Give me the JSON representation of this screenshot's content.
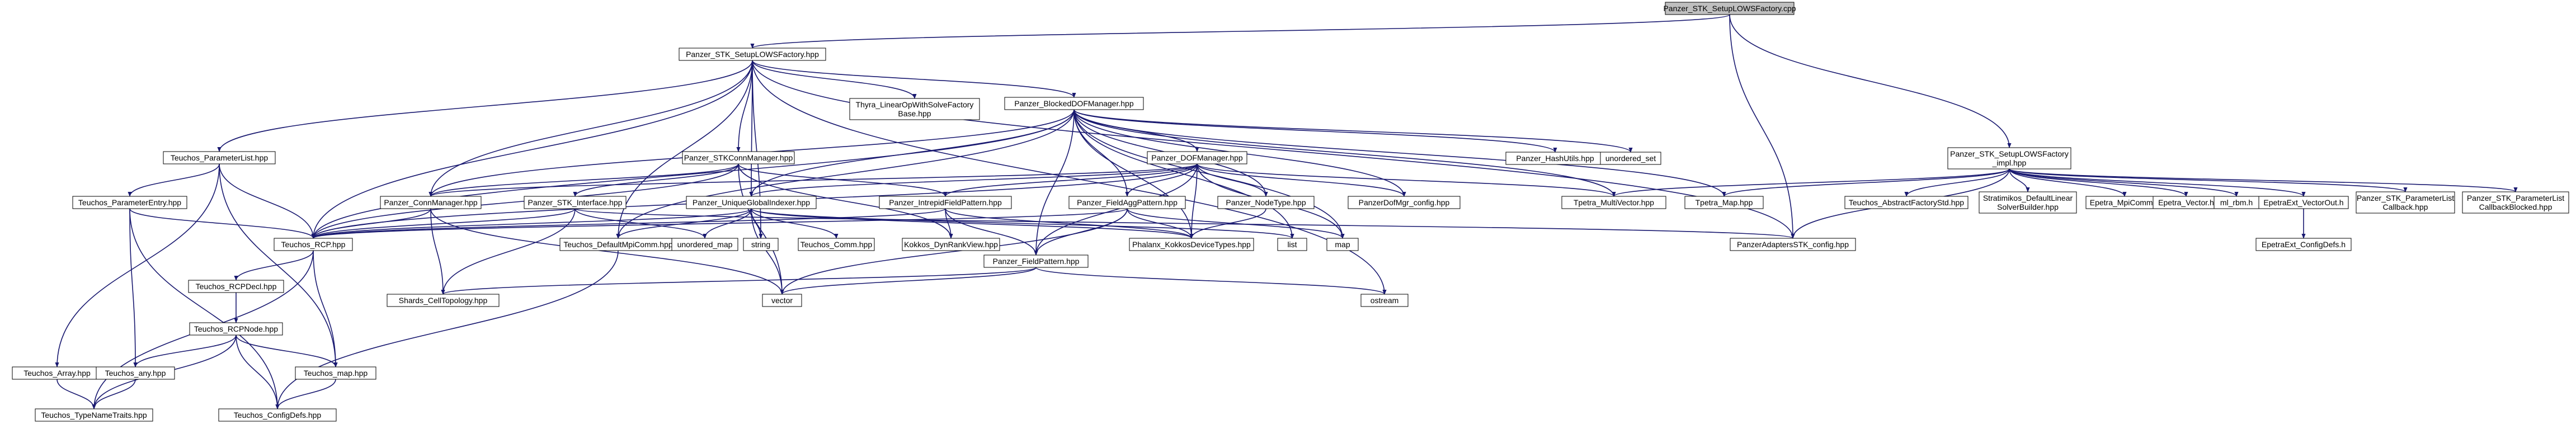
{
  "colors": {
    "edge": "#191970",
    "root_fill": "#bfbfbf",
    "node_fill": "#ffffff",
    "node_stroke_normal": "#000000",
    "node_stroke_red": "#ff0000",
    "node_stroke_gray": "#bfbfbf"
  },
  "nodes": [
    {
      "id": "root",
      "lines": [
        "Panzer_STK_SetupLOWSFactory.cpp"
      ],
      "style": "root"
    },
    {
      "id": "lows_hpp",
      "lines": [
        "Panzer_STK_SetupLOWSFactory.hpp"
      ],
      "style": "normal"
    },
    {
      "id": "lows_impl",
      "lines": [
        "Panzer_STK_SetupLOWSFactory",
        "_impl.hpp"
      ],
      "style": "normal"
    },
    {
      "id": "thyra_lin",
      "lines": [
        "Thyra_LinearOpWithSolveFactory",
        "Base.hpp"
      ],
      "style": "gray"
    },
    {
      "id": "blocked_dof",
      "lines": [
        "Panzer_BlockedDOFManager.hpp"
      ],
      "style": "normal"
    },
    {
      "id": "teuchos_plist",
      "lines": [
        "Teuchos_ParameterList.hpp"
      ],
      "style": "normal"
    },
    {
      "id": "stk_conn",
      "lines": [
        "Panzer_STKConnManager.hpp"
      ],
      "style": "normal"
    },
    {
      "id": "dof_mgr",
      "lines": [
        "Panzer_DOFManager.hpp"
      ],
      "style": "red"
    },
    {
      "id": "hash_utils",
      "lines": [
        "Panzer_HashUtils.hpp"
      ],
      "style": "normal"
    },
    {
      "id": "unordered_set",
      "lines": [
        "unordered_set"
      ],
      "style": "gray"
    },
    {
      "id": "teuchos_pentry",
      "lines": [
        "Teuchos_ParameterEntry.hpp"
      ],
      "style": "normal"
    },
    {
      "id": "conn_mgr",
      "lines": [
        "Panzer_ConnManager.hpp"
      ],
      "style": "normal"
    },
    {
      "id": "stk_iface",
      "lines": [
        "Panzer_STK_Interface.hpp"
      ],
      "style": "red"
    },
    {
      "id": "ugi",
      "lines": [
        "Panzer_UniqueGlobalIndexer.hpp"
      ],
      "style": "normal"
    },
    {
      "id": "intrepid_fp",
      "lines": [
        "Panzer_IntrepidFieldPattern.hpp"
      ],
      "style": "red"
    },
    {
      "id": "field_agg",
      "lines": [
        "Panzer_FieldAggPattern.hpp"
      ],
      "style": "red"
    },
    {
      "id": "node_type",
      "lines": [
        "Panzer_NodeType.hpp"
      ],
      "style": "red"
    },
    {
      "id": "dofmgr_config",
      "lines": [
        "PanzerDofMgr_config.hpp"
      ],
      "style": "gray"
    },
    {
      "id": "tpetra_mv",
      "lines": [
        "Tpetra_MultiVector.hpp"
      ],
      "style": "gray"
    },
    {
      "id": "tpetra_map",
      "lines": [
        "Tpetra_Map.hpp"
      ],
      "style": "gray"
    },
    {
      "id": "teuchos_rcp",
      "lines": [
        "Teuchos_RCP.hpp"
      ],
      "style": "normal"
    },
    {
      "id": "default_mpi",
      "lines": [
        "Teuchos_DefaultMpiComm.hpp"
      ],
      "style": "normal"
    },
    {
      "id": "unordered_map",
      "lines": [
        "unordered_map"
      ],
      "style": "gray"
    },
    {
      "id": "string",
      "lines": [
        "string"
      ],
      "style": "gray"
    },
    {
      "id": "teuchos_comm",
      "lines": [
        "Teuchos_Comm.hpp"
      ],
      "style": "gray"
    },
    {
      "id": "kokkos_dyn",
      "lines": [
        "Kokkos_DynRankView.hpp"
      ],
      "style": "gray"
    },
    {
      "id": "phalanx_kokkos",
      "lines": [
        "Phalanx_KokkosDeviceTypes.hpp"
      ],
      "style": "gray"
    },
    {
      "id": "list",
      "lines": [
        "list"
      ],
      "style": "gray"
    },
    {
      "id": "map",
      "lines": [
        "map"
      ],
      "style": "gray"
    },
    {
      "id": "adapters_cfg",
      "lines": [
        "PanzerAdaptersSTK_config.hpp"
      ],
      "style": "gray"
    },
    {
      "id": "abstract_factory",
      "lines": [
        "Teuchos_AbstractFactoryStd.hpp"
      ],
      "style": "gray"
    },
    {
      "id": "strat_default",
      "lines": [
        "Stratimikos_DefaultLinear",
        "SolverBuilder.hpp"
      ],
      "style": "gray"
    },
    {
      "id": "epetra_mpi",
      "lines": [
        "Epetra_MpiComm.h"
      ],
      "style": "gray"
    },
    {
      "id": "epetra_vec",
      "lines": [
        "Epetra_Vector.h"
      ],
      "style": "gray"
    },
    {
      "id": "ml_rbm",
      "lines": [
        "ml_rbm.h"
      ],
      "style": "gray"
    },
    {
      "id": "epetraext_vo",
      "lines": [
        "EpetraExt_VectorOut.h"
      ],
      "style": "normal"
    },
    {
      "id": "stk_plist_cb",
      "lines": [
        "Panzer_STK_ParameterList",
        "Callback.hpp"
      ],
      "style": "normal"
    },
    {
      "id": "stk_plist_cbb",
      "lines": [
        "Panzer_STK_ParameterList",
        "CallbackBlocked.hpp"
      ],
      "style": "normal"
    },
    {
      "id": "epetraext_cfg",
      "lines": [
        "EpetraExt_ConfigDefs.h"
      ],
      "style": "normal"
    },
    {
      "id": "rcp_decl",
      "lines": [
        "Teuchos_RCPDecl.hpp"
      ],
      "style": "normal"
    },
    {
      "id": "field_pattern",
      "lines": [
        "Panzer_FieldPattern.hpp"
      ],
      "style": "normal"
    },
    {
      "id": "vector",
      "lines": [
        "vector"
      ],
      "style": "gray"
    },
    {
      "id": "ostream",
      "lines": [
        "ostream"
      ],
      "style": "gray"
    },
    {
      "id": "shards",
      "lines": [
        "Shards_CellTopology.hpp"
      ],
      "style": "gray"
    },
    {
      "id": "rcp_node",
      "lines": [
        "Teuchos_RCPNode.hpp"
      ],
      "style": "normal"
    },
    {
      "id": "teuchos_array",
      "lines": [
        "Teuchos_Array.hpp"
      ],
      "style": "red"
    },
    {
      "id": "teuchos_any",
      "lines": [
        "Teuchos_any.hpp"
      ],
      "style": "normal"
    },
    {
      "id": "teuchos_map",
      "lines": [
        "Teuchos_map.hpp"
      ],
      "style": "normal"
    },
    {
      "id": "type_name",
      "lines": [
        "Teuchos_TypeNameTraits.hpp"
      ],
      "style": "normal"
    },
    {
      "id": "config_defs",
      "lines": [
        "Teuchos_ConfigDefs.hpp"
      ],
      "style": "normal"
    }
  ],
  "edges": [
    [
      "root",
      "lows_hpp"
    ],
    [
      "root",
      "lows_impl"
    ],
    [
      "root",
      "adapters_cfg"
    ],
    [
      "lows_hpp",
      "thyra_lin"
    ],
    [
      "lows_hpp",
      "blocked_dof"
    ],
    [
      "lows_hpp",
      "teuchos_plist"
    ],
    [
      "lows_hpp",
      "stk_conn"
    ],
    [
      "lows_hpp",
      "conn_mgr"
    ],
    [
      "lows_hpp",
      "ugi"
    ],
    [
      "lows_hpp",
      "teuchos_rcp"
    ],
    [
      "lows_hpp",
      "default_mpi"
    ],
    [
      "lows_hpp",
      "string"
    ],
    [
      "lows_hpp",
      "ostream"
    ],
    [
      "lows_hpp",
      "adapters_cfg"
    ],
    [
      "blocked_dof",
      "dof_mgr"
    ],
    [
      "blocked_dof",
      "hash_utils"
    ],
    [
      "blocked_dof",
      "unordered_set"
    ],
    [
      "blocked_dof",
      "conn_mgr"
    ],
    [
      "blocked_dof",
      "ugi"
    ],
    [
      "blocked_dof",
      "field_agg"
    ],
    [
      "blocked_dof",
      "node_type"
    ],
    [
      "blocked_dof",
      "dofmgr_config"
    ],
    [
      "blocked_dof",
      "tpetra_mv"
    ],
    [
      "blocked_dof",
      "tpetra_map"
    ],
    [
      "blocked_dof",
      "teuchos_rcp"
    ],
    [
      "blocked_dof",
      "default_mpi"
    ],
    [
      "blocked_dof",
      "phalanx_kokkos"
    ],
    [
      "blocked_dof",
      "field_pattern"
    ],
    [
      "blocked_dof",
      "map"
    ],
    [
      "blocked_dof",
      "list"
    ],
    [
      "teuchos_plist",
      "teuchos_pentry"
    ],
    [
      "teuchos_plist",
      "teuchos_rcp"
    ],
    [
      "teuchos_plist",
      "teuchos_array"
    ],
    [
      "teuchos_plist",
      "teuchos_map"
    ],
    [
      "stk_conn",
      "conn_mgr"
    ],
    [
      "stk_conn",
      "stk_iface"
    ],
    [
      "stk_conn",
      "intrepid_fp"
    ],
    [
      "stk_conn",
      "kokkos_dyn"
    ],
    [
      "stk_conn",
      "teuchos_rcp"
    ],
    [
      "stk_conn",
      "vector"
    ],
    [
      "dof_mgr",
      "conn_mgr"
    ],
    [
      "dof_mgr",
      "ugi"
    ],
    [
      "dof_mgr",
      "intrepid_fp"
    ],
    [
      "dof_mgr",
      "field_agg"
    ],
    [
      "dof_mgr",
      "node_type"
    ],
    [
      "dof_mgr",
      "dofmgr_config"
    ],
    [
      "dof_mgr",
      "tpetra_mv"
    ],
    [
      "dof_mgr",
      "teuchos_rcp"
    ],
    [
      "dof_mgr",
      "phalanx_kokkos"
    ],
    [
      "dof_mgr",
      "map"
    ],
    [
      "dof_mgr",
      "field_pattern"
    ],
    [
      "teuchos_pentry",
      "teuchos_rcp"
    ],
    [
      "teuchos_pentry",
      "teuchos_any"
    ],
    [
      "teuchos_pentry",
      "config_defs"
    ],
    [
      "conn_mgr",
      "teuchos_rcp"
    ],
    [
      "conn_mgr",
      "shards"
    ],
    [
      "conn_mgr",
      "vector"
    ],
    [
      "stk_iface",
      "teuchos_rcp"
    ],
    [
      "stk_iface",
      "unordered_map"
    ],
    [
      "stk_iface",
      "shards"
    ],
    [
      "stk_iface",
      "adapters_cfg"
    ],
    [
      "ugi",
      "teuchos_rcp"
    ],
    [
      "ugi",
      "default_mpi"
    ],
    [
      "ugi",
      "teuchos_comm"
    ],
    [
      "ugi",
      "unordered_map"
    ],
    [
      "ugi",
      "string"
    ],
    [
      "ugi",
      "vector"
    ],
    [
      "ugi",
      "phalanx_kokkos"
    ],
    [
      "ugi",
      "list"
    ],
    [
      "intrepid_fp",
      "field_pattern"
    ],
    [
      "intrepid_fp",
      "kokkos_dyn"
    ],
    [
      "intrepid_fp",
      "phalanx_kokkos"
    ],
    [
      "intrepid_fp",
      "teuchos_rcp"
    ],
    [
      "field_agg",
      "field_pattern"
    ],
    [
      "field_agg",
      "phalanx_kokkos"
    ],
    [
      "field_agg",
      "map"
    ],
    [
      "field_agg",
      "vector"
    ],
    [
      "field_agg",
      "teuchos_rcp"
    ],
    [
      "node_type",
      "phalanx_kokkos"
    ],
    [
      "teuchos_rcp",
      "rcp_decl"
    ],
    [
      "teuchos_rcp",
      "teuchos_map"
    ],
    [
      "teuchos_rcp",
      "type_name"
    ],
    [
      "rcp_decl",
      "rcp_node"
    ],
    [
      "rcp_node",
      "teuchos_any"
    ],
    [
      "rcp_node",
      "teuchos_map"
    ],
    [
      "rcp_node",
      "config_defs"
    ],
    [
      "rcp_node",
      "type_name"
    ],
    [
      "teuchos_array",
      "type_name"
    ],
    [
      "teuchos_any",
      "type_name"
    ],
    [
      "teuchos_map",
      "config_defs"
    ],
    [
      "default_mpi",
      "config_defs"
    ],
    [
      "field_pattern",
      "vector"
    ],
    [
      "field_pattern",
      "ostream"
    ],
    [
      "field_pattern",
      "shards"
    ],
    [
      "lows_impl",
      "tpetra_mv"
    ],
    [
      "lows_impl",
      "tpetra_map"
    ],
    [
      "lows_impl",
      "abstract_factory"
    ],
    [
      "lows_impl",
      "strat_default"
    ],
    [
      "lows_impl",
      "epetra_mpi"
    ],
    [
      "lows_impl",
      "epetra_vec"
    ],
    [
      "lows_impl",
      "ml_rbm"
    ],
    [
      "lows_impl",
      "epetraext_vo"
    ],
    [
      "lows_impl",
      "stk_plist_cb"
    ],
    [
      "lows_impl",
      "stk_plist_cbb"
    ],
    [
      "lows_impl",
      "adapters_cfg"
    ],
    [
      "epetraext_vo",
      "epetraext_cfg"
    ]
  ]
}
